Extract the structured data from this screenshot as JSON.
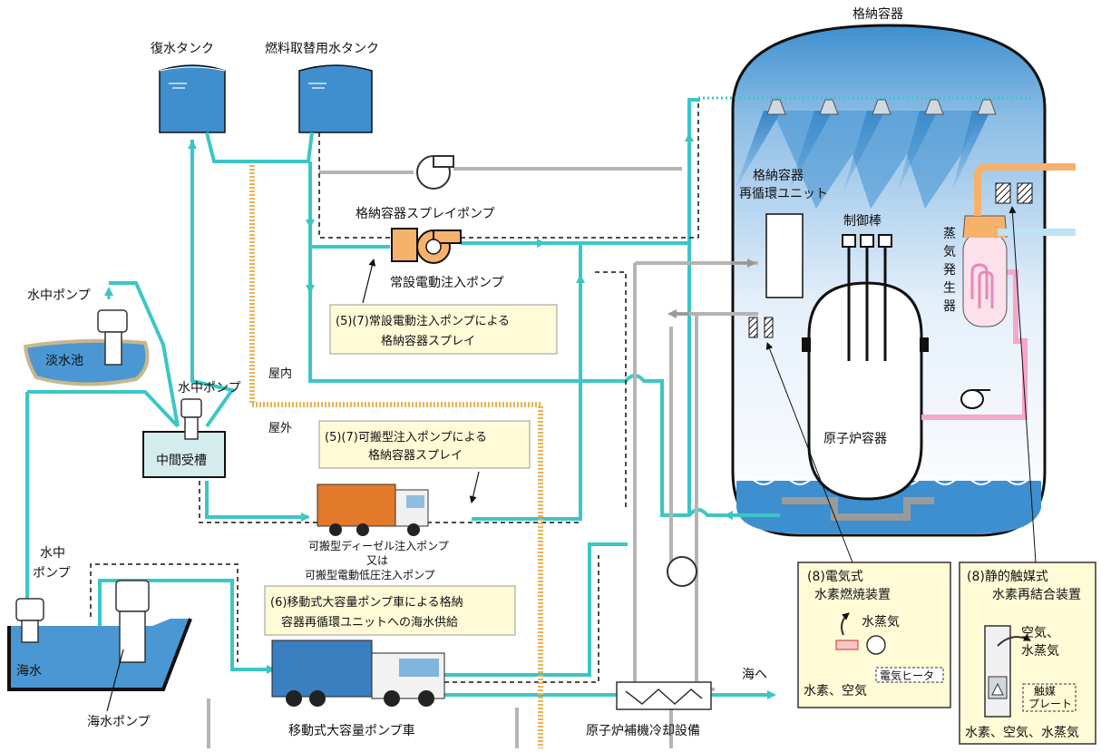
{
  "labels": {
    "containment_vessel": "格納容器",
    "condensate_tank": "復水タンク",
    "fuel_pool_tank": "燃料取替用水タンク",
    "spray_pump": "格納容器スプレイポンプ",
    "permanent_pump": "常設電動注入ポンプ",
    "cv_recirc_line1": "格納容器",
    "cv_recirc_line2": "再循環ユニット",
    "control_rod": "制御棒",
    "sg_chars": [
      "蒸",
      "気",
      "発",
      "生",
      "器"
    ],
    "submersible_pump_top": "水中ポンプ",
    "lake": "淡水池",
    "submersible_pump_mid": "水中ポンプ",
    "intermediate_tank": "中間受槽",
    "indoor": "屋内",
    "outdoor": "屋外",
    "reactor_vessel": "原子炉容器",
    "portable_pump_line1": "可搬型ディーゼル注入ポンプ",
    "portable_pump_line2": "又は",
    "portable_pump_line3": "可搬型電動低圧注入ポンプ",
    "submersible_pump_low_line1": "水中",
    "submersible_pump_low_line2": "ポンプ",
    "seawater": "海水",
    "seawater_pump": "海水ポンプ",
    "mobile_pump_truck": "移動式大容量ポンプ車",
    "aux_cooling": "原子炉補機冷却設備",
    "to_sea": "海へ"
  },
  "callouts": {
    "c1": [
      "(5)(7)常設電動注入ポンプによる",
      "格納容器スプレイ"
    ],
    "c2": [
      "(5)(7)可搬型注入ポンプによる",
      "格納容器スプレイ"
    ],
    "c3": [
      "(6)移動式大容量ポンプ車による格納",
      "容器再循環ユニットへの海水供給"
    ]
  },
  "inset_igniter": {
    "title1": "(8)電気式",
    "title2": "水素燃焼装置",
    "steam": "水蒸気",
    "input": "水素、空気",
    "heater": "電気ヒータ"
  },
  "inset_par": {
    "title1": "(8)静的触媒式",
    "title2": "水素再結合装置",
    "out1": "空気、",
    "out2": "水蒸気",
    "catalyst1": "触媒",
    "catalyst2": "プレート",
    "input": "水素、空気、水蒸気"
  },
  "colors": {
    "cyan_line": "#3cc6c6",
    "tank_blue": "#3f8fcf",
    "grey_line": "#b4b4b4",
    "orange_pump": "#f6b26b",
    "callout_bg": "#fffbd6",
    "indoor_boundary": "#e8b45a",
    "pink_loop": "#f5a8c8"
  }
}
